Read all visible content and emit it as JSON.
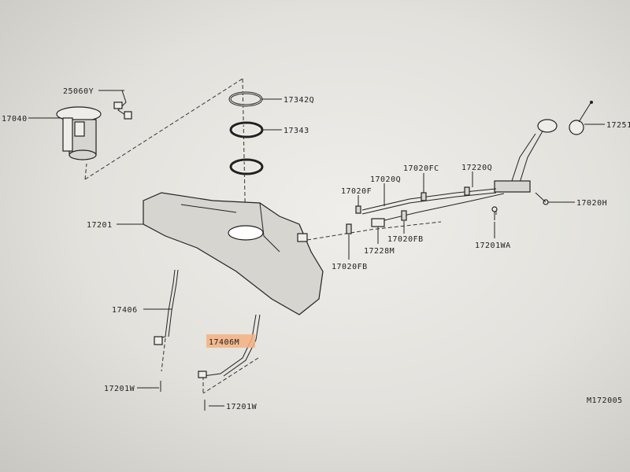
{
  "labels": {
    "pump_sender_unit": "25060Y",
    "fuel_pump_assy": "17040",
    "gasket": "17342Q",
    "lock_ring": "17343",
    "fuel_tank": "17201",
    "hose_f": "17020F",
    "hose_q": "17020Q",
    "hose_fc": "17020FC",
    "tube_q": "17220Q",
    "filler_cap": "17251",
    "clip_h": "17020H",
    "clamp_fb_left": "17020FB",
    "protector": "17228M",
    "clamp_fb_right": "17020FB",
    "bolt_wa": "17201WA",
    "band_left": "17406",
    "band_right": "17406M",
    "bolt_left": "17201W",
    "bolt_right": "17201W",
    "diagram_code": "M172005"
  },
  "highlight_color": "#f4b183"
}
